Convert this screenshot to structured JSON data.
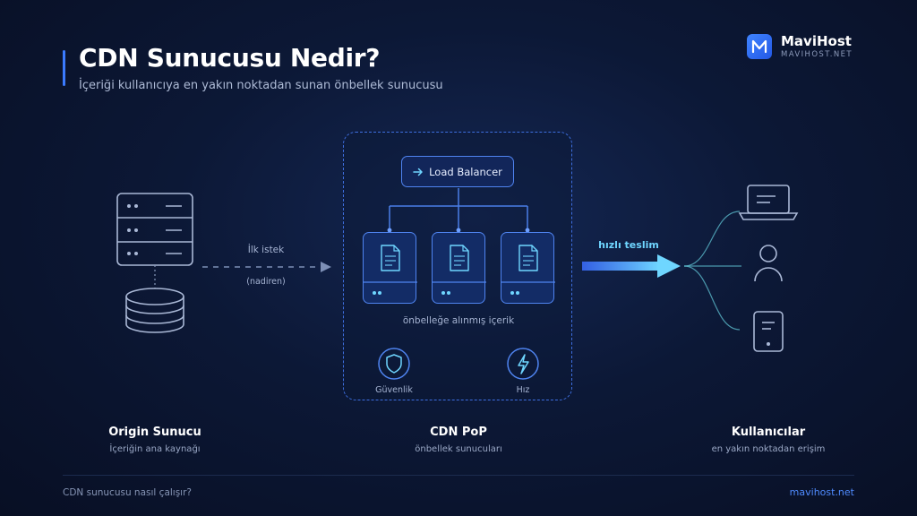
{
  "header": {
    "title": "CDN Sunucusu Nedir?",
    "subtitle": "İçeriği kullanıcıya en yakın noktadan sunan önbellek sunucusu"
  },
  "brand": {
    "logo_letter": "M",
    "name": "MaviHost",
    "sub": "MAVIHOST.NET"
  },
  "origin": {
    "title": "Origin Sunucu",
    "sub": "İçeriğin ana kaynağı",
    "icons": [
      "server-rack-icon",
      "database-icon"
    ]
  },
  "connector": {
    "label_top": "İlk istek",
    "label_bottom": "(nadiren)"
  },
  "pop": {
    "load_balancer_label": "Load Balancer",
    "cache_label": "önbelleğe alınmış içerik",
    "features": [
      {
        "label": "Güvenlik",
        "icon": "shield-icon"
      },
      {
        "label": "Hız",
        "icon": "lightning-icon"
      }
    ],
    "title": "CDN PoP",
    "sub": "önbellek sunucuları"
  },
  "delivery": {
    "label": "hızlı teslim"
  },
  "users": {
    "title": "Kullanıcılar",
    "sub": "en yakın noktadan erişim",
    "devices": [
      "laptop-icon",
      "user-icon",
      "mobile-icon"
    ]
  },
  "footer": {
    "left": "CDN sunucusu nasıl çalışır?",
    "right": "mavihost.net"
  },
  "colors": {
    "accent": "#3b7bff",
    "icon_stroke": "#aab8d6",
    "cyan": "#6fd6ff"
  }
}
